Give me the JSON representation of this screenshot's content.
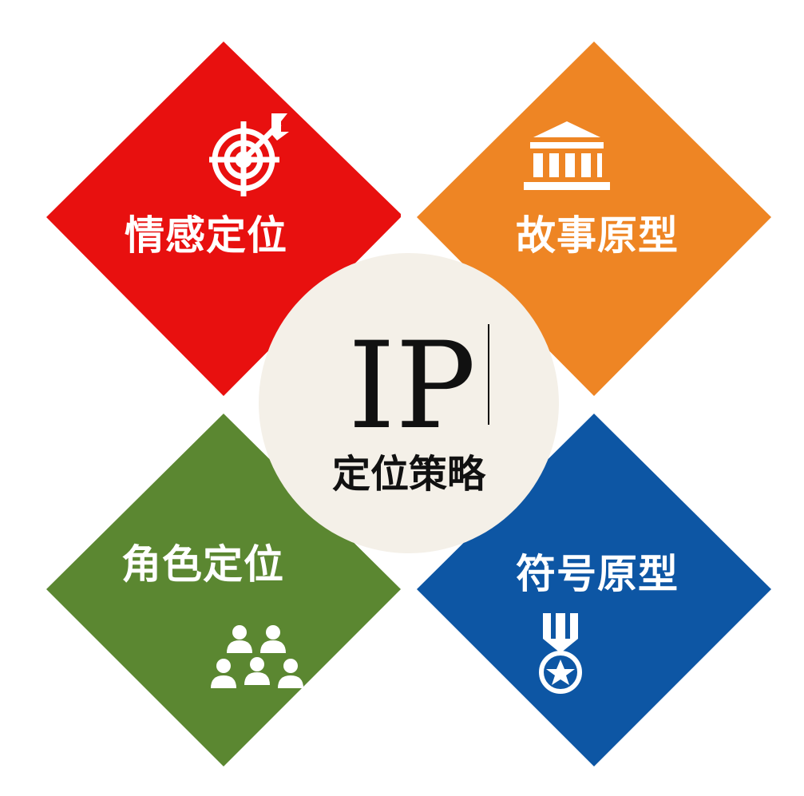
{
  "center": {
    "title": "IP",
    "subtitle": "定位策略"
  },
  "quadrants": {
    "top_left": {
      "label": "情感定位",
      "color": "#e8100f",
      "icon": "target-icon"
    },
    "top_right": {
      "label": "故事原型",
      "color": "#ee8524",
      "icon": "bank-icon"
    },
    "bottom_left": {
      "label": "角色定位",
      "color": "#5b8731",
      "icon": "people-group-icon"
    },
    "bottom_right": {
      "label": "符号原型",
      "color": "#0d56a4",
      "icon": "medal-icon"
    }
  },
  "colors": {
    "center_fill": "#f4f0e8",
    "center_text": "#111111",
    "icon": "#ffffff"
  }
}
